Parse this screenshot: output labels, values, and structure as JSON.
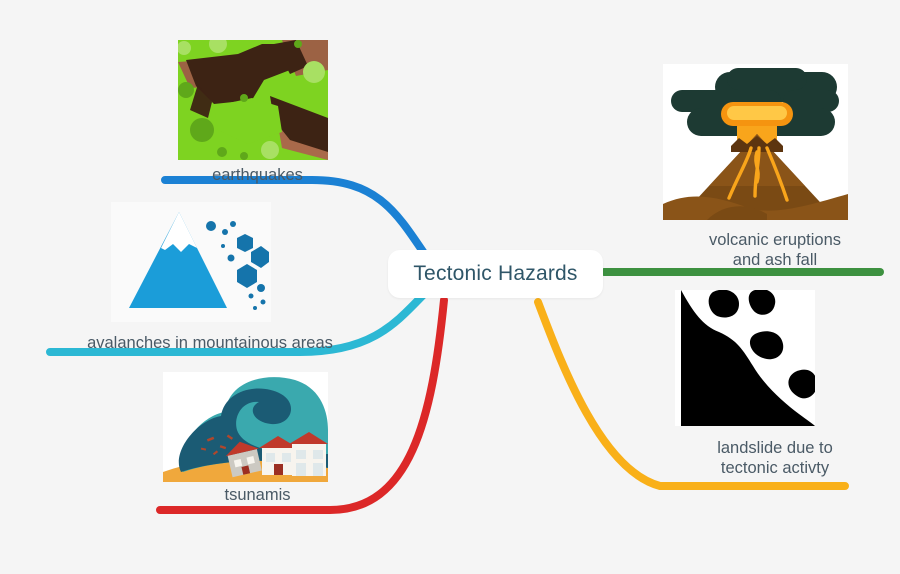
{
  "diagram": {
    "type": "mind-map",
    "background_color": "#f5f5f5",
    "center": {
      "label": "Tectonic Hazards",
      "text_color": "#2f5668",
      "background_color": "#ffffff"
    },
    "branches": [
      {
        "id": "earthquakes",
        "label": "earthquakes",
        "side": "left",
        "color": "#1b81d4",
        "image_name": "earthquake-ground-crack-image",
        "image_colors": {
          "ground": "#7ed321",
          "ground_dark": "#5fa81a",
          "crack_dark": "#3d2314",
          "crack_mid": "#8b5a3c",
          "highlight": "#a8e063"
        }
      },
      {
        "id": "avalanches",
        "label": "avalanches in mountainous areas",
        "side": "left",
        "color": "#2cb8d4",
        "image_name": "avalanche-mountain-image",
        "image_colors": {
          "mountain": "#1b9dd9",
          "snow": "#ffffff",
          "debris": "#1574ab",
          "background": "#fafafa"
        }
      },
      {
        "id": "tsunamis",
        "label": "tsunamis",
        "side": "left",
        "color": "#dc2828",
        "image_name": "tsunami-wave-houses-image",
        "image_colors": {
          "wave_dark": "#1b5b74",
          "wave_light": "#3aa9ae",
          "sand": "#f0a83c",
          "house": "#f7f4ee",
          "roof": "#c0392b"
        }
      },
      {
        "id": "volcanic-eruptions",
        "label": "volcanic eruptions\nand ash fall",
        "side": "right",
        "color": "#3d9140",
        "image_name": "volcano-eruption-image",
        "image_colors": {
          "ash_cloud": "#1d3a33",
          "lava_bright": "#ffb429",
          "lava_dark": "#f59410",
          "cone": "#7a4a14",
          "cone_dark": "#8a5418",
          "background": "#ffffff"
        }
      },
      {
        "id": "landslide",
        "label": "landslide due to\ntectonic activty",
        "side": "right",
        "color": "#f9b019",
        "image_name": "landslide-silhouette-image",
        "image_colors": {
          "silhouette": "#000000",
          "background": "#ffffff"
        }
      }
    ]
  }
}
